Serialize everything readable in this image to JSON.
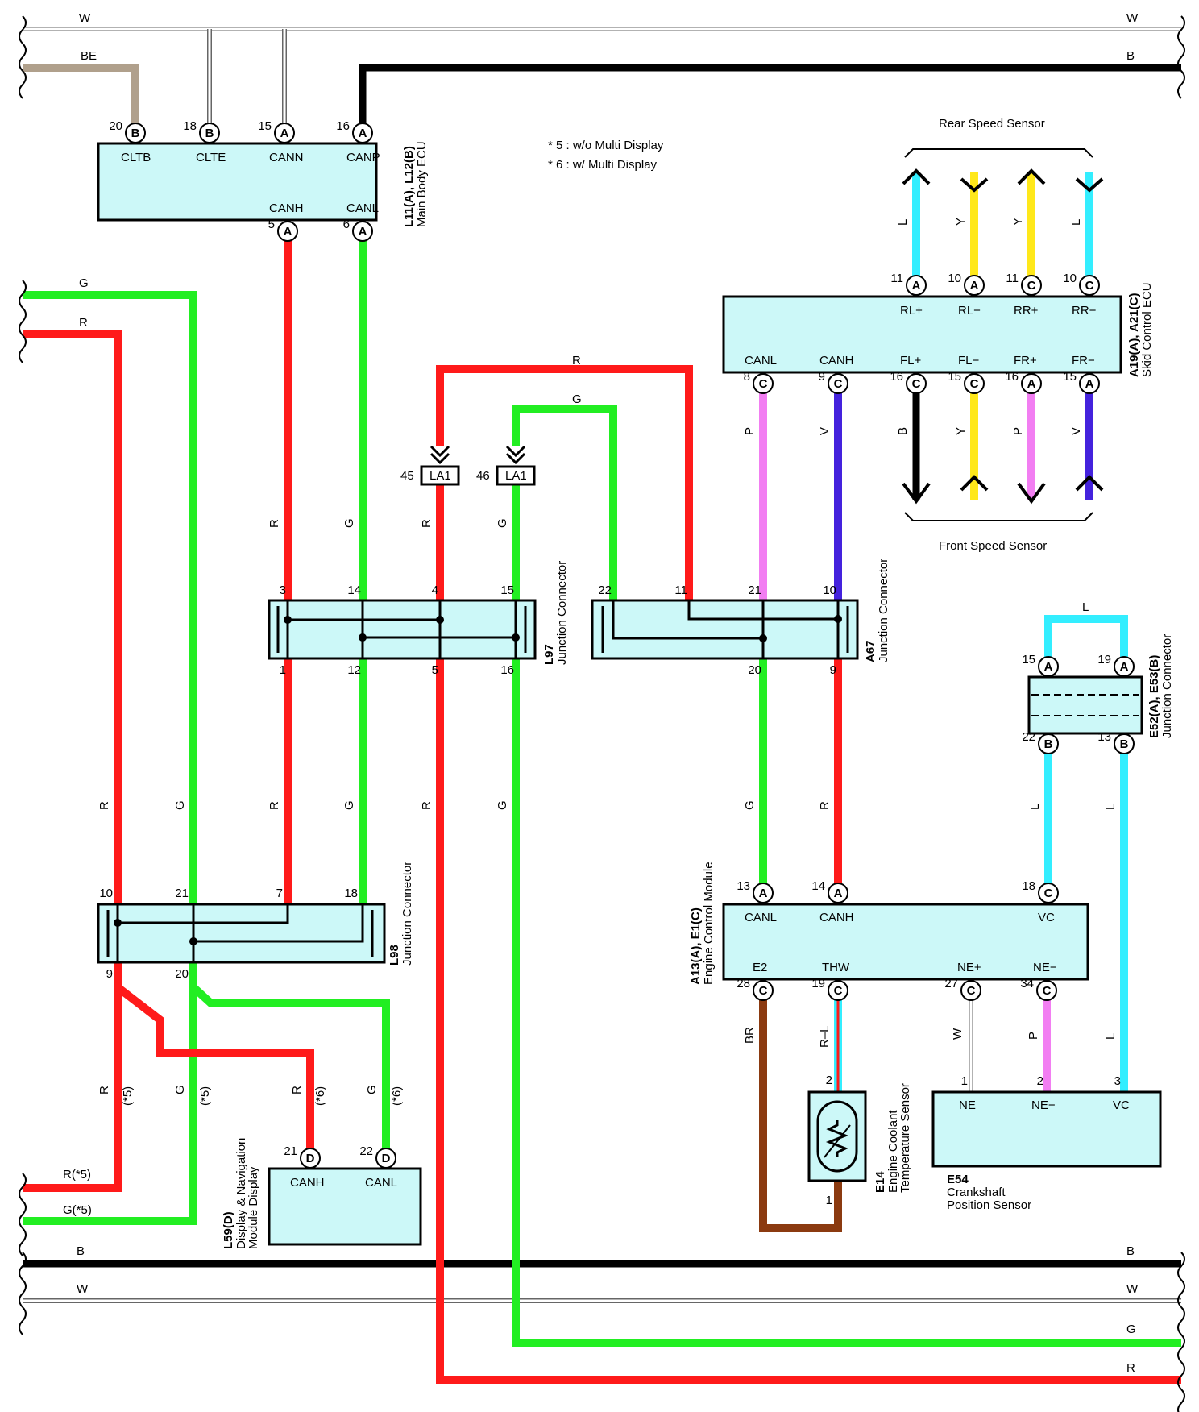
{
  "colors": {
    "R": "#ff1a1a",
    "G": "#22ee22",
    "B": "#000000",
    "W": "#ffffff",
    "BE": "#b0a08c",
    "L": "#33eeff",
    "Y": "#ffe81a",
    "P": "#f27ef2",
    "V": "#4422dd",
    "BR": "#8b3a10",
    "box": "#ccf8f8"
  },
  "notes": [
    "* 5 : w/o Multi Display",
    "* 6 : w/ Multi Display"
  ],
  "components": {
    "main_body_ecu": {
      "id": "L11(A), L12(B)",
      "name": "Main Body ECU",
      "terms": [
        "CLTB",
        "CLTE",
        "CANN",
        "CANP",
        "CANH",
        "CANL"
      ],
      "pins": [
        {
          "n": "20",
          "c": "B"
        },
        {
          "n": "18",
          "c": "B"
        },
        {
          "n": "15",
          "c": "A"
        },
        {
          "n": "16",
          "c": "A"
        },
        {
          "n": "5",
          "c": "A"
        },
        {
          "n": "6",
          "c": "A"
        }
      ]
    },
    "skid_ecu": {
      "id": "A19(A), A21(C)",
      "name": "Skid Control ECU",
      "terms": [
        "RL+",
        "RL−",
        "RR+",
        "RR−",
        "CANL",
        "CANH",
        "FL+",
        "FL−",
        "FR+",
        "FR−"
      ],
      "pins": [
        {
          "n": "11",
          "c": "A"
        },
        {
          "n": "10",
          "c": "A"
        },
        {
          "n": "11",
          "c": "C"
        },
        {
          "n": "10",
          "c": "C"
        },
        {
          "n": "8",
          "c": "C"
        },
        {
          "n": "9",
          "c": "C"
        },
        {
          "n": "16",
          "c": "C"
        },
        {
          "n": "15",
          "c": "C"
        },
        {
          "n": "16",
          "c": "A"
        },
        {
          "n": "15",
          "c": "A"
        }
      ]
    },
    "rear_speed_sensor": "Rear Speed Sensor",
    "front_speed_sensor": "Front Speed Sensor",
    "l97": {
      "id": "L97",
      "name": "Junction Connector",
      "top": [
        "3",
        "14",
        "4",
        "15"
      ],
      "bottom": [
        "1",
        "12",
        "5",
        "16"
      ]
    },
    "a67": {
      "id": "A67",
      "name": "Junction Connector",
      "top": [
        "22",
        "11",
        "21",
        "10"
      ],
      "bottom": [
        "20",
        "9"
      ]
    },
    "l98": {
      "id": "L98",
      "name": "Junction Connector",
      "top": [
        "10",
        "21",
        "7",
        "18"
      ],
      "bottom": [
        "9",
        "20"
      ]
    },
    "e52": {
      "id": "E52(A), E53(B)",
      "name": "Junction Connector",
      "pins": [
        {
          "n": "15",
          "c": "A"
        },
        {
          "n": "19",
          "c": "A"
        },
        {
          "n": "22",
          "c": "B"
        },
        {
          "n": "13",
          "c": "B"
        }
      ]
    },
    "ecm": {
      "id": "A13(A), E1(C)",
      "name": "Engine Control Module",
      "terms": [
        "CANL",
        "CANH",
        "VC",
        "E2",
        "THW",
        "NE+",
        "NE−"
      ],
      "pins": [
        {
          "n": "13",
          "c": "A"
        },
        {
          "n": "14",
          "c": "A"
        },
        {
          "n": "18",
          "c": "C"
        },
        {
          "n": "28",
          "c": "C"
        },
        {
          "n": "19",
          "c": "C"
        },
        {
          "n": "27",
          "c": "C"
        },
        {
          "n": "34",
          "c": "C"
        }
      ]
    },
    "display": {
      "id": "L59(D)",
      "name1": "Display & Navigation",
      "name2": "Module Display",
      "terms": [
        "CANH",
        "CANL"
      ],
      "pins": [
        {
          "n": "21",
          "c": "D"
        },
        {
          "n": "22",
          "c": "D"
        }
      ]
    },
    "e14": {
      "id": "E14",
      "name1": "Engine Coolant",
      "name2": "Temperature Sensor",
      "pins": [
        "2",
        "1"
      ]
    },
    "e54": {
      "id": "E54",
      "name1": "Crankshaft",
      "name2": "Position Sensor",
      "terms": [
        "NE",
        "NE−",
        "VC"
      ],
      "pins": [
        "1",
        "2",
        "3"
      ]
    },
    "la1_a": {
      "label": "LA1",
      "pin": "45"
    },
    "la1_b": {
      "label": "LA1",
      "pin": "46"
    }
  },
  "wire_labels": {
    "top_w_left": "W",
    "top_w_right": "W",
    "top_be": "BE",
    "top_b_right": "B",
    "left_g": "G",
    "left_r": "R",
    "r_top": "R",
    "g_top": "G",
    "l_rl": "L",
    "y_rl": "Y",
    "y_rr": "Y",
    "l_rr": "L",
    "p_canl": "P",
    "v_canh": "V",
    "b_fl": "B",
    "y_fl": "Y",
    "p_fr": "P",
    "v_fr": "V",
    "r_l97_3": "R",
    "g_l97_14": "G",
    "r_l97_4": "R",
    "g_l97_15": "G",
    "r_mid_1": "R",
    "g_mid_1": "G",
    "r_mid_2": "R",
    "g_mid_2": "G",
    "r_mid_3": "R",
    "g_mid_3": "G",
    "g_ecm": "G",
    "r_ecm": "R",
    "l_e52_a": "L",
    "l_e52_b": "L",
    "l_e52_top": "L",
    "r_star5": "R",
    "star5_a": "(*5)",
    "g_star5": "G",
    "star5_b": "(*5)",
    "r_star6": "R",
    "star6_a": "(*6)",
    "g_star6": "G",
    "star6_b": "(*6)",
    "br": "BR",
    "r_l": "R–L",
    "w_ne": "W",
    "p_ne": "P",
    "l_vc": "L",
    "r5_left": "R(*5)",
    "g5_left": "G(*5)",
    "bot_b_left": "B",
    "bot_b_right": "B",
    "bot_w_left": "W",
    "bot_w_right": "W",
    "bot_g_right": "G",
    "bot_r_right": "R"
  }
}
